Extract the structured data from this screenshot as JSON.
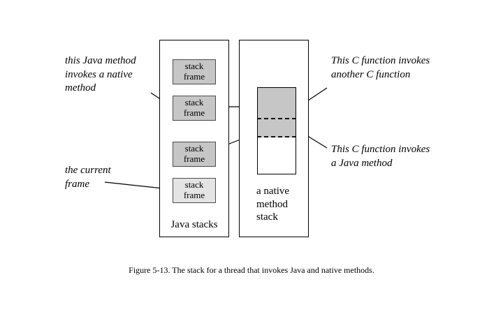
{
  "diagram": {
    "caption": "Figure 5-13. The stack for a thread that invokes Java and native methods.",
    "java_stacks": {
      "label": "Java stacks",
      "frames": [
        {
          "label": "stack frame",
          "shade": "gray"
        },
        {
          "label": "stack frame",
          "shade": "gray"
        },
        {
          "label": "stack frame",
          "shade": "gray"
        },
        {
          "label": "stack frame",
          "shade": "light"
        }
      ]
    },
    "native_stack": {
      "label": "a native method stack"
    },
    "annotations": {
      "java_invokes_native": "this Java method invokes a native method",
      "current_frame": "the current frame",
      "c_invokes_c": "This C function invokes another C function",
      "c_invokes_java": "This C function invokes a Java method"
    },
    "colors": {
      "frame_gray": "#c6c6c6",
      "frame_light": "#e4e4e4",
      "native_used_gray": "#c6c6c6",
      "line_black": "#000000"
    }
  }
}
